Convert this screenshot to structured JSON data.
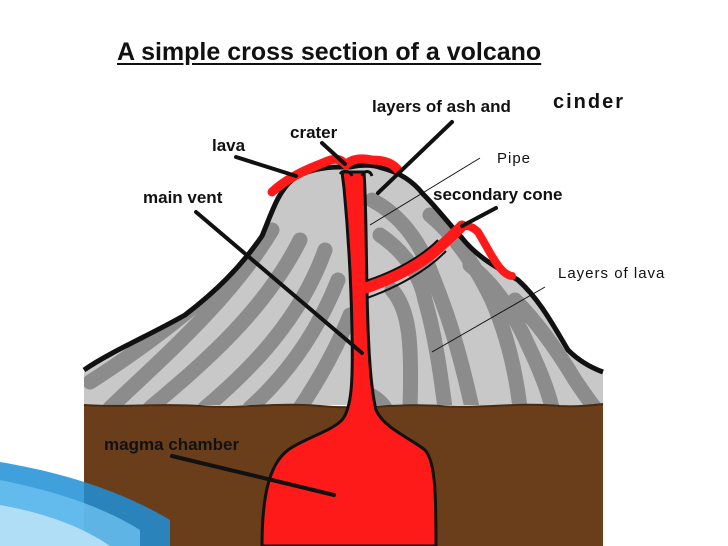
{
  "title": "A simple cross section of a volcano",
  "labels": {
    "layers_of_ash_and": "layers of ash and",
    "cinder": "cinder",
    "crater": "crater",
    "lava": "lava",
    "pipe": "Pipe",
    "main_vent": "main vent",
    "secondary_cone": "secondary cone",
    "layers_of_lava": "Layers of lava",
    "magma_chamber": "magma chamber"
  },
  "colors": {
    "magma": "#ff1a1a",
    "ground": "#6b3e1b",
    "rock_dark": "#8c8c8c",
    "rock_light": "#c8c8c8",
    "outline": "#111111",
    "slide_accent": "#1f8fd6"
  }
}
